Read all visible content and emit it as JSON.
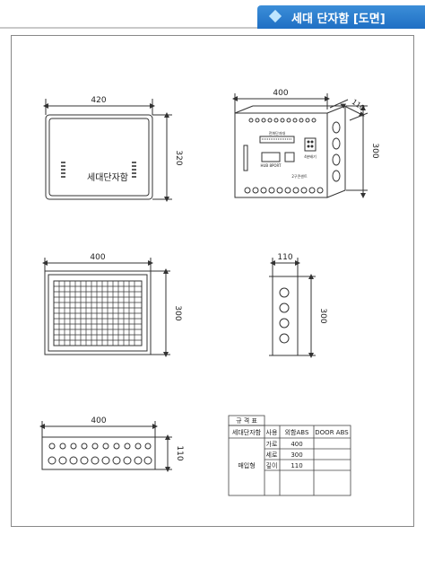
{
  "page": {
    "title": "세대 단자함 [도면]"
  },
  "front_view": {
    "width_label": "420",
    "height_label": "320",
    "box_label": "세대단자함"
  },
  "interior_view": {
    "width_label": "400",
    "depth_label": "110",
    "height_label": "300",
    "tiny_labels": [
      "전화단자대",
      "4분배기",
      "HUB 8PORT",
      "2구콘센트"
    ]
  },
  "grid_view": {
    "width_label": "400",
    "height_label": "300"
  },
  "side_view": {
    "depth_label": "110",
    "height_label": "300"
  },
  "bottom_view": {
    "width_label": "400",
    "depth_label": "110"
  },
  "spec_table": {
    "title": "규 격 표",
    "headers": [
      "세대단자함",
      "사용",
      "외함ABS",
      "DOOR ABS"
    ],
    "type_label": "매입형",
    "rows": [
      {
        "dim": "가로",
        "value": "400"
      },
      {
        "dim": "세로",
        "value": "300"
      },
      {
        "dim": "깊이",
        "value": "110"
      }
    ]
  },
  "colors": {
    "header_blue": "#2a7dd0",
    "line": "#333333"
  }
}
